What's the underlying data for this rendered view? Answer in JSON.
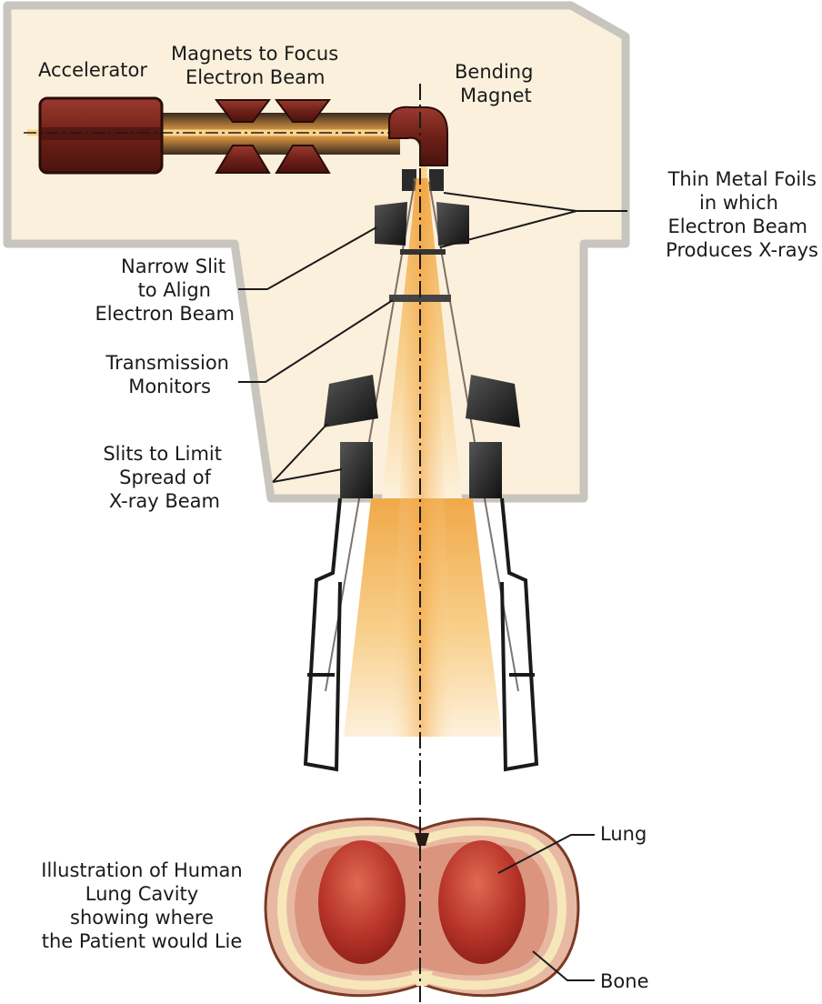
{
  "labels": {
    "accelerator": "Accelerator",
    "magnets_line1": "Magnets to Focus",
    "magnets_line2": "Electron Beam",
    "bending_line1": "Bending",
    "bending_line2": "Magnet",
    "foils_line1": "Thin Metal Foils",
    "foils_line2": "in which",
    "foils_line3": "Electron Beam",
    "foils_line4": "Produces X-rays",
    "slit_line1": "Narrow Slit",
    "slit_line2": "to Align",
    "slit_line3": "Electron Beam",
    "monitors_line1": "Transmission",
    "monitors_line2": "Monitors",
    "slits_line1": "Slits to Limit",
    "slits_line2": "Spread of",
    "slits_line3": "X-ray Beam",
    "lung": "Lung",
    "bone": "Bone",
    "patient_line1": "Illustration of Human",
    "patient_line2": "Lung Cavity",
    "patient_line3": "showing where",
    "patient_line4": "the Patient would Lie"
  },
  "colors": {
    "housing_fill": "#fbf0dc",
    "housing_border": "#c6c2bc",
    "magnet": "#7a2820",
    "beam": "#f4b860",
    "lung": "#b8342a",
    "tissue": "#e5b39c"
  }
}
